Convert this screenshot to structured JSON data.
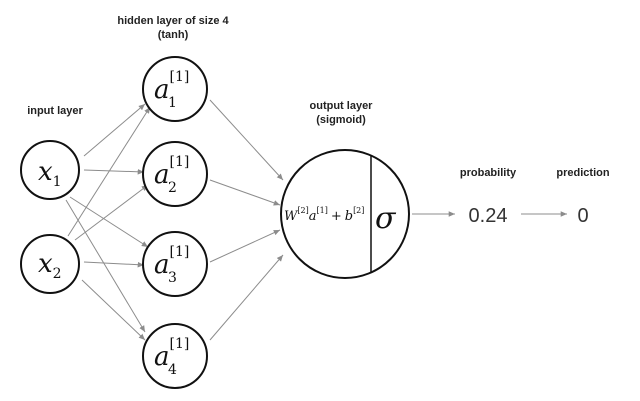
{
  "labels": {
    "hidden_title_1": "hidden layer of size 4",
    "hidden_title_2": "(tanh)",
    "input_title": "input layer",
    "output_title_1": "output layer",
    "output_title_2": "(sigmoid)",
    "probability_title": "probability",
    "prediction_title": "prediction"
  },
  "inputs": [
    {
      "var": "x",
      "sub": "1"
    },
    {
      "var": "x",
      "sub": "2"
    }
  ],
  "hidden": [
    {
      "var": "a",
      "sup": "[1]",
      "sub": "1"
    },
    {
      "var": "a",
      "sup": "[1]",
      "sub": "2"
    },
    {
      "var": "a",
      "sup": "[1]",
      "sub": "3"
    },
    {
      "var": "a",
      "sup": "[1]",
      "sub": "4"
    }
  ],
  "output": {
    "w": "W",
    "w_sup": "[2]",
    "a": "a",
    "a_sup": "[1]",
    "plus": "+",
    "b": "b",
    "b_sup": "[2]",
    "activation": "σ"
  },
  "probability_value": "0.24",
  "prediction_value": "0",
  "colors": {
    "node_stroke": "#111111",
    "connection": "#8c8c8c",
    "text": "#222222"
  }
}
